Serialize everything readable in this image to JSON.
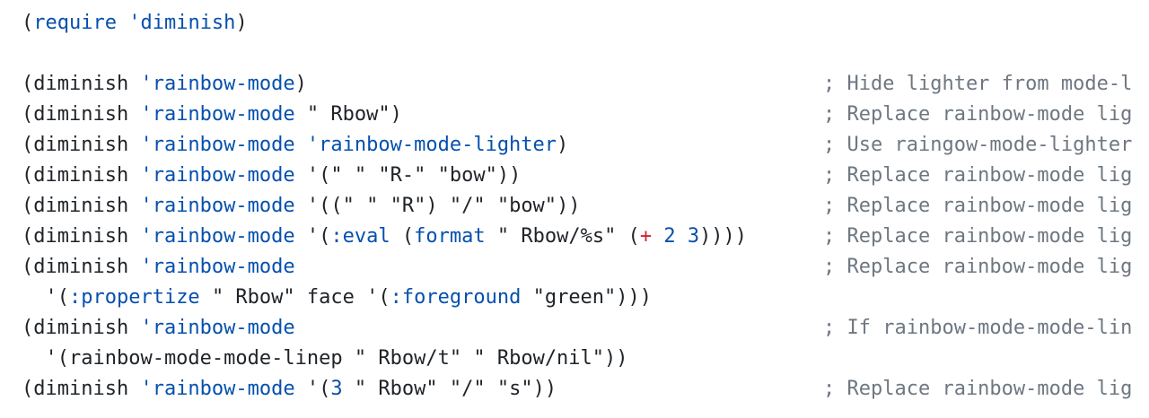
{
  "colors": {
    "background": "#ffffff",
    "text": "#1f2328",
    "keyword": "#0550ae",
    "operator": "#cf222e",
    "comment": "#6e7781"
  },
  "lines": [
    {
      "tokens": [
        {
          "t": "(",
          "k": "plain"
        },
        {
          "t": "require",
          "k": "fn"
        },
        {
          "t": " ",
          "k": "plain"
        },
        {
          "t": "'diminish",
          "k": "sym"
        },
        {
          "t": ")",
          "k": "plain"
        }
      ],
      "comment": ""
    },
    {
      "tokens": [],
      "comment": ""
    },
    {
      "tokens": [
        {
          "t": "(diminish ",
          "k": "plain"
        },
        {
          "t": "'rainbow-mode",
          "k": "sym"
        },
        {
          "t": ")",
          "k": "plain"
        }
      ],
      "comment": "; Hide lighter from mode-l"
    },
    {
      "tokens": [
        {
          "t": "(diminish ",
          "k": "plain"
        },
        {
          "t": "'rainbow-mode",
          "k": "sym"
        },
        {
          "t": " ",
          "k": "plain"
        },
        {
          "t": "\" Rbow\"",
          "k": "str"
        },
        {
          "t": ")",
          "k": "plain"
        }
      ],
      "comment": "; Replace rainbow-mode lig"
    },
    {
      "tokens": [
        {
          "t": "(diminish ",
          "k": "plain"
        },
        {
          "t": "'rainbow-mode",
          "k": "sym"
        },
        {
          "t": " ",
          "k": "plain"
        },
        {
          "t": "'rainbow-mode-lighter",
          "k": "sym"
        },
        {
          "t": ")",
          "k": "plain"
        }
      ],
      "comment": "; Use raingow-mode-lighter"
    },
    {
      "tokens": [
        {
          "t": "(diminish ",
          "k": "plain"
        },
        {
          "t": "'rainbow-mode",
          "k": "sym"
        },
        {
          "t": " '(",
          "k": "plain"
        },
        {
          "t": "\" \" \"R-\" \"bow\"",
          "k": "str"
        },
        {
          "t": "))",
          "k": "plain"
        }
      ],
      "comment": "; Replace rainbow-mode lig"
    },
    {
      "tokens": [
        {
          "t": "(diminish ",
          "k": "plain"
        },
        {
          "t": "'rainbow-mode",
          "k": "sym"
        },
        {
          "t": " '((",
          "k": "plain"
        },
        {
          "t": "\" \" \"R\"",
          "k": "str"
        },
        {
          "t": ") ",
          "k": "plain"
        },
        {
          "t": "\"/\" \"bow\"",
          "k": "str"
        },
        {
          "t": "))",
          "k": "plain"
        }
      ],
      "comment": "; Replace rainbow-mode lig"
    },
    {
      "tokens": [
        {
          "t": "(diminish ",
          "k": "plain"
        },
        {
          "t": "'rainbow-mode",
          "k": "sym"
        },
        {
          "t": " '(",
          "k": "plain"
        },
        {
          "t": ":eval",
          "k": "kw"
        },
        {
          "t": " (",
          "k": "plain"
        },
        {
          "t": "format",
          "k": "fn"
        },
        {
          "t": " ",
          "k": "plain"
        },
        {
          "t": "\" Rbow/%s\"",
          "k": "str"
        },
        {
          "t": " (",
          "k": "plain"
        },
        {
          "t": "+",
          "k": "op"
        },
        {
          "t": " ",
          "k": "plain"
        },
        {
          "t": "2",
          "k": "num"
        },
        {
          "t": " ",
          "k": "plain"
        },
        {
          "t": "3",
          "k": "num"
        },
        {
          "t": "))))",
          "k": "plain"
        }
      ],
      "comment": "; Replace rainbow-mode lig"
    },
    {
      "tokens": [
        {
          "t": "(diminish ",
          "k": "plain"
        },
        {
          "t": "'rainbow-mode",
          "k": "sym"
        }
      ],
      "comment": "; Replace rainbow-mode lig"
    },
    {
      "tokens": [
        {
          "t": "  '(",
          "k": "plain"
        },
        {
          "t": ":propertize",
          "k": "kw"
        },
        {
          "t": " ",
          "k": "plain"
        },
        {
          "t": "\" Rbow\"",
          "k": "str"
        },
        {
          "t": " face '(",
          "k": "plain"
        },
        {
          "t": ":foreground",
          "k": "kw"
        },
        {
          "t": " ",
          "k": "plain"
        },
        {
          "t": "\"green\"",
          "k": "str"
        },
        {
          "t": ")))",
          "k": "plain"
        }
      ],
      "comment": ""
    },
    {
      "tokens": [
        {
          "t": "(diminish ",
          "k": "plain"
        },
        {
          "t": "'rainbow-mode",
          "k": "sym"
        }
      ],
      "comment": "; If rainbow-mode-mode-lin"
    },
    {
      "tokens": [
        {
          "t": "  '(rainbow-mode-mode-linep ",
          "k": "plain"
        },
        {
          "t": "\" Rbow/t\"",
          "k": "str"
        },
        {
          "t": " ",
          "k": "plain"
        },
        {
          "t": "\" Rbow/nil\"",
          "k": "str"
        },
        {
          "t": "))",
          "k": "plain"
        }
      ],
      "comment": ""
    },
    {
      "tokens": [
        {
          "t": "(diminish ",
          "k": "plain"
        },
        {
          "t": "'rainbow-mode",
          "k": "sym"
        },
        {
          "t": " '(",
          "k": "plain"
        },
        {
          "t": "3",
          "k": "num"
        },
        {
          "t": " ",
          "k": "plain"
        },
        {
          "t": "\" Rbow\" \"/\" \"s\"",
          "k": "str"
        },
        {
          "t": "))",
          "k": "plain"
        }
      ],
      "comment": "; Replace rainbow-mode lig"
    }
  ]
}
